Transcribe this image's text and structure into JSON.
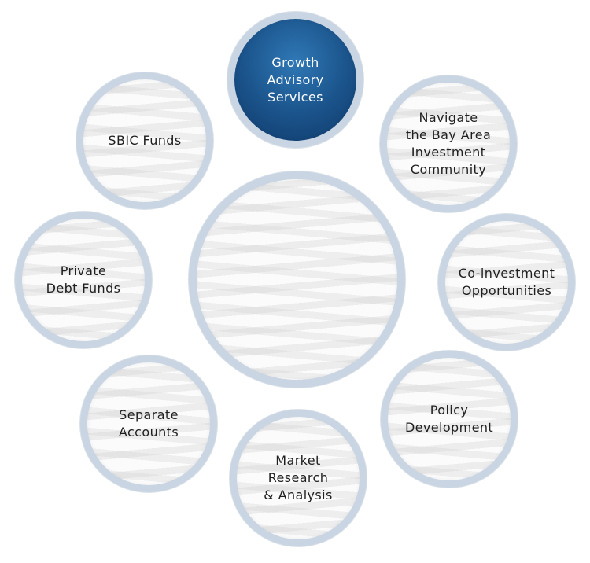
{
  "colors": {
    "ring": "#c9d5e2",
    "active_fill": "#1a5289",
    "text": "#1f1f1f",
    "active_text": "#ffffff"
  },
  "nodes": {
    "growth_advisory": "Growth\nAdvisory\nServices",
    "navigate_bay_area": "Navigate\nthe Bay Area\nInvestment\nCommunity",
    "co_investment": "Co-investment\nOpportunities",
    "policy_development": "Policy\nDevelopment",
    "market_research": "Market\nResearch\n& Analysis",
    "separate_accounts": "Separate\nAccounts",
    "private_debt": "Private\nDebt Funds",
    "sbic_funds": "SBIC Funds"
  }
}
